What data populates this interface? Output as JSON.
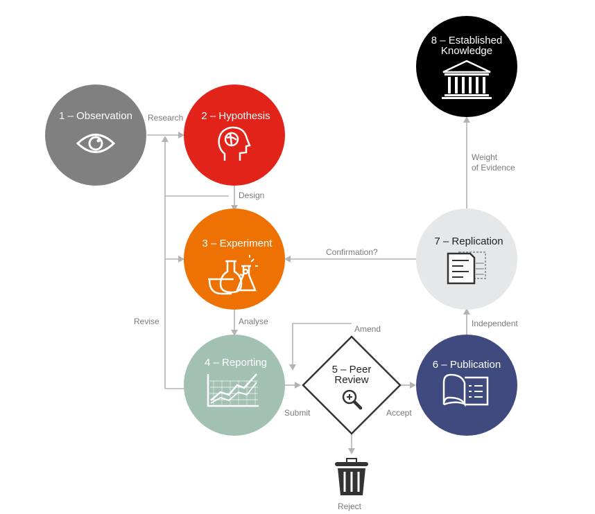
{
  "nodes": {
    "observation": {
      "label": "1 – Observation",
      "color": "#808080",
      "text_color": "#ffffff",
      "icon": "eye-icon"
    },
    "hypothesis": {
      "label": "2 – Hypothesis",
      "color": "#e2231a",
      "text_color": "#ffffff",
      "icon": "head-brain-icon"
    },
    "experiment": {
      "label": "3 – Experiment",
      "color": "#ee7203",
      "text_color": "#ffffff",
      "icon": "flask-icon"
    },
    "reporting": {
      "label": "4 – Reporting",
      "color": "#a3c1b2",
      "text_color": "#ffffff",
      "icon": "line-chart-icon"
    },
    "peer_review": {
      "label_line1": "5 – Peer",
      "label_line2": "Review",
      "color": "#ffffff",
      "text_color": "#222222",
      "icon": "magnifier-icon"
    },
    "publication": {
      "label": "6 – Publication",
      "color": "#3f4a7e",
      "text_color": "#ffffff",
      "icon": "open-book-icon"
    },
    "replication": {
      "label": "7 – Replication",
      "color": "#e6e7e8",
      "text_color": "#222222",
      "icon": "documents-icon"
    },
    "established": {
      "label_line1": "8 – Established",
      "label_line2": "Knowledge",
      "color": "#000000",
      "text_color": "#ffffff",
      "icon": "institution-icon"
    },
    "reject": {
      "label": "Reject",
      "icon": "trash-icon"
    }
  },
  "edges": {
    "research": "Research",
    "design": "Design",
    "confirmation": "Confirmation?",
    "analyse": "Analyse",
    "revise": "Revise",
    "amend": "Amend",
    "submit": "Submit",
    "accept": "Accept",
    "independent": "Independent",
    "weight_line1": "Weight",
    "weight_line2": "of Evidence"
  },
  "colors": {
    "connector": "#b3b3b3",
    "edge_text": "#7a7a7a"
  }
}
